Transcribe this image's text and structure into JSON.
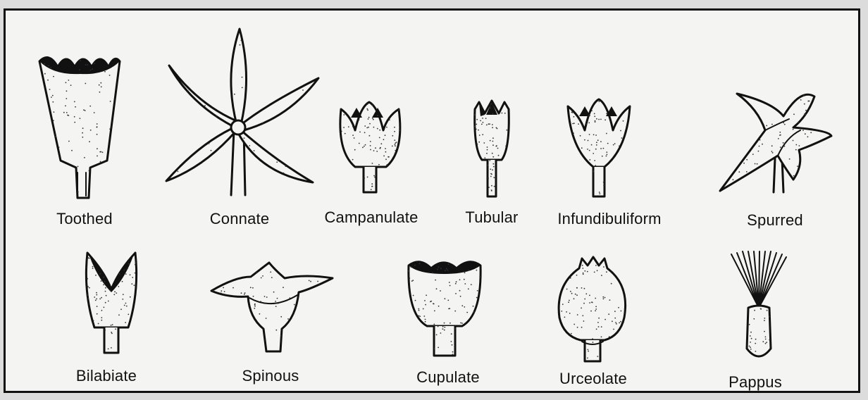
{
  "labels": {
    "toothed": "Toothed",
    "connate": "Connate",
    "campanulate": "Campanulate",
    "tubular": "Tubular",
    "infundibuliform": "Infundibuliform",
    "spurred": "Spurred",
    "bilabiate": "Bilabiate",
    "spinous": "Spinous",
    "cupulate": "Cupulate",
    "urceolate": "Urceolate",
    "pappus": "Pappus"
  }
}
